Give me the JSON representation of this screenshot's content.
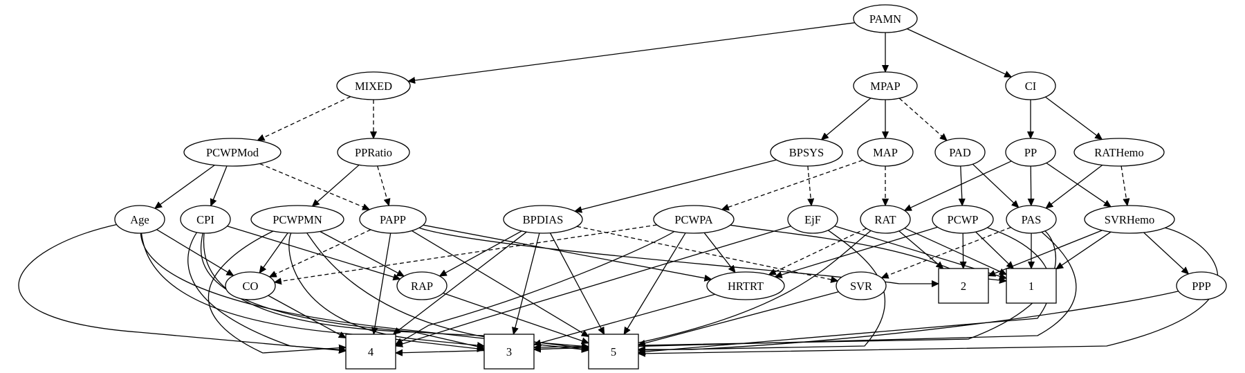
{
  "diagram": {
    "type": "directed-graph",
    "nodes": [
      {
        "id": "PAMN",
        "label": "PAMN",
        "shape": "ellipse"
      },
      {
        "id": "MIXED",
        "label": "MIXED",
        "shape": "ellipse"
      },
      {
        "id": "MPAP",
        "label": "MPAP",
        "shape": "ellipse"
      },
      {
        "id": "CI",
        "label": "CI",
        "shape": "ellipse"
      },
      {
        "id": "PCWPMod",
        "label": "PCWPMod",
        "shape": "ellipse"
      },
      {
        "id": "PPRatio",
        "label": "PPRatio",
        "shape": "ellipse"
      },
      {
        "id": "BPSYS",
        "label": "BPSYS",
        "shape": "ellipse"
      },
      {
        "id": "MAP",
        "label": "MAP",
        "shape": "ellipse"
      },
      {
        "id": "PAD",
        "label": "PAD",
        "shape": "ellipse"
      },
      {
        "id": "PP",
        "label": "PP",
        "shape": "ellipse"
      },
      {
        "id": "RATHemo",
        "label": "RATHemo",
        "shape": "ellipse"
      },
      {
        "id": "Age",
        "label": "Age",
        "shape": "ellipse"
      },
      {
        "id": "CPI",
        "label": "CPI",
        "shape": "ellipse"
      },
      {
        "id": "PCWPMN",
        "label": "PCWPMN",
        "shape": "ellipse"
      },
      {
        "id": "PAPP",
        "label": "PAPP",
        "shape": "ellipse"
      },
      {
        "id": "BPDIAS",
        "label": "BPDIAS",
        "shape": "ellipse"
      },
      {
        "id": "PCWPA",
        "label": "PCWPA",
        "shape": "ellipse"
      },
      {
        "id": "EjF",
        "label": "EjF",
        "shape": "ellipse"
      },
      {
        "id": "RAT",
        "label": "RAT",
        "shape": "ellipse"
      },
      {
        "id": "PCWP",
        "label": "PCWP",
        "shape": "ellipse"
      },
      {
        "id": "PAS",
        "label": "PAS",
        "shape": "ellipse"
      },
      {
        "id": "SVRHemo",
        "label": "SVRHemo",
        "shape": "ellipse"
      },
      {
        "id": "CO",
        "label": "CO",
        "shape": "ellipse"
      },
      {
        "id": "RAP",
        "label": "RAP",
        "shape": "ellipse"
      },
      {
        "id": "HRTRT",
        "label": "HRTRT",
        "shape": "ellipse"
      },
      {
        "id": "SVR",
        "label": "SVR",
        "shape": "ellipse"
      },
      {
        "id": "n2",
        "label": "2",
        "shape": "box"
      },
      {
        "id": "n1",
        "label": "1",
        "shape": "box"
      },
      {
        "id": "PPP",
        "label": "PPP",
        "shape": "ellipse"
      },
      {
        "id": "n4",
        "label": "4",
        "shape": "box"
      },
      {
        "id": "n3",
        "label": "3",
        "shape": "box"
      },
      {
        "id": "n5",
        "label": "5",
        "shape": "box"
      }
    ],
    "edges": [
      {
        "from": "PAMN",
        "to": "MIXED",
        "style": "solid"
      },
      {
        "from": "PAMN",
        "to": "MPAP",
        "style": "solid"
      },
      {
        "from": "PAMN",
        "to": "CI",
        "style": "solid"
      },
      {
        "from": "MIXED",
        "to": "PCWPMod",
        "style": "dashed"
      },
      {
        "from": "MIXED",
        "to": "PPRatio",
        "style": "dashed"
      },
      {
        "from": "MPAP",
        "to": "BPSYS",
        "style": "solid"
      },
      {
        "from": "MPAP",
        "to": "MAP",
        "style": "solid"
      },
      {
        "from": "MPAP",
        "to": "PAD",
        "style": "dashed"
      },
      {
        "from": "CI",
        "to": "PP",
        "style": "solid"
      },
      {
        "from": "CI",
        "to": "RATHemo",
        "style": "solid"
      },
      {
        "from": "PCWPMod",
        "to": "Age",
        "style": "solid"
      },
      {
        "from": "PCWPMod",
        "to": "CPI",
        "style": "solid"
      },
      {
        "from": "PCWPMod",
        "to": "PAPP",
        "style": "dashed"
      },
      {
        "from": "PPRatio",
        "to": "PCWPMN",
        "style": "solid"
      },
      {
        "from": "PPRatio",
        "to": "PAPP",
        "style": "dashed"
      },
      {
        "from": "BPSYS",
        "to": "BPDIAS",
        "style": "solid"
      },
      {
        "from": "BPSYS",
        "to": "EjF",
        "style": "dashed"
      },
      {
        "from": "MAP",
        "to": "PCWPA",
        "style": "dashed"
      },
      {
        "from": "MAP",
        "to": "RAT",
        "style": "dashed"
      },
      {
        "from": "PAD",
        "to": "PCWP",
        "style": "solid"
      },
      {
        "from": "PAD",
        "to": "PAS",
        "style": "solid"
      },
      {
        "from": "PP",
        "to": "RAT",
        "style": "solid"
      },
      {
        "from": "PP",
        "to": "PAS",
        "style": "solid"
      },
      {
        "from": "PP",
        "to": "SVRHemo",
        "style": "solid"
      },
      {
        "from": "RATHemo",
        "to": "PAS",
        "style": "solid"
      },
      {
        "from": "RATHemo",
        "to": "SVRHemo",
        "style": "dashed"
      },
      {
        "from": "Age",
        "to": "CO",
        "style": "solid"
      },
      {
        "from": "Age",
        "to": "n4",
        "style": "solid"
      },
      {
        "from": "Age",
        "to": "n3",
        "style": "solid"
      },
      {
        "from": "Age",
        "to": "n5",
        "style": "solid"
      },
      {
        "from": "CPI",
        "to": "RAP",
        "style": "solid"
      },
      {
        "from": "CPI",
        "to": "n4",
        "style": "solid"
      },
      {
        "from": "CPI",
        "to": "n3",
        "style": "solid"
      },
      {
        "from": "CPI",
        "to": "n5",
        "style": "solid"
      },
      {
        "from": "PCWPMN",
        "to": "CO",
        "style": "solid"
      },
      {
        "from": "PCWPMN",
        "to": "RAP",
        "style": "solid"
      },
      {
        "from": "PCWPMN",
        "to": "n4",
        "style": "solid"
      },
      {
        "from": "PCWPMN",
        "to": "n3",
        "style": "solid"
      },
      {
        "from": "PCWPMN",
        "to": "n5",
        "style": "solid"
      },
      {
        "from": "PAPP",
        "to": "CO",
        "style": "dashed"
      },
      {
        "from": "PAPP",
        "to": "HRTRT",
        "style": "solid"
      },
      {
        "from": "PAPP",
        "to": "n2",
        "style": "solid"
      },
      {
        "from": "PAPP",
        "to": "n4",
        "style": "solid"
      },
      {
        "from": "PAPP",
        "to": "n5",
        "style": "solid"
      },
      {
        "from": "BPDIAS",
        "to": "RAP",
        "style": "solid"
      },
      {
        "from": "BPDIAS",
        "to": "SVR",
        "style": "dashed"
      },
      {
        "from": "BPDIAS",
        "to": "n4",
        "style": "solid"
      },
      {
        "from": "BPDIAS",
        "to": "n3",
        "style": "solid"
      },
      {
        "from": "BPDIAS",
        "to": "n5",
        "style": "solid"
      },
      {
        "from": "PCWPA",
        "to": "CO",
        "style": "dashed"
      },
      {
        "from": "PCWPA",
        "to": "HRTRT",
        "style": "solid"
      },
      {
        "from": "PCWPA",
        "to": "n1",
        "style": "solid"
      },
      {
        "from": "PCWPA",
        "to": "n4",
        "style": "solid"
      },
      {
        "from": "PCWPA",
        "to": "n5",
        "style": "solid"
      },
      {
        "from": "EjF",
        "to": "n1",
        "style": "solid"
      },
      {
        "from": "EjF",
        "to": "n4",
        "style": "solid"
      },
      {
        "from": "EjF",
        "to": "n5",
        "style": "solid"
      },
      {
        "from": "RAT",
        "to": "HRTRT",
        "style": "dashed"
      },
      {
        "from": "RAT",
        "to": "n2",
        "style": "solid"
      },
      {
        "from": "RAT",
        "to": "n1",
        "style": "solid"
      },
      {
        "from": "RAT",
        "to": "n3",
        "style": "solid"
      },
      {
        "from": "PCWP",
        "to": "HRTRT",
        "style": "solid"
      },
      {
        "from": "PCWP",
        "to": "n2",
        "style": "solid"
      },
      {
        "from": "PCWP",
        "to": "n1",
        "style": "solid"
      },
      {
        "from": "PCWP",
        "to": "n5",
        "style": "solid"
      },
      {
        "from": "PAS",
        "to": "SVR",
        "style": "dashed"
      },
      {
        "from": "PAS",
        "to": "n1",
        "style": "solid"
      },
      {
        "from": "PAS",
        "to": "n3",
        "style": "solid"
      },
      {
        "from": "PAS",
        "to": "n4",
        "style": "solid"
      },
      {
        "from": "SVRHemo",
        "to": "n2",
        "style": "solid"
      },
      {
        "from": "SVRHemo",
        "to": "n1",
        "style": "solid"
      },
      {
        "from": "SVRHemo",
        "to": "PPP",
        "style": "solid"
      },
      {
        "from": "SVRHemo",
        "to": "n5",
        "style": "solid"
      },
      {
        "from": "CO",
        "to": "n4",
        "style": "solid"
      },
      {
        "from": "RAP",
        "to": "n5",
        "style": "solid"
      },
      {
        "from": "HRTRT",
        "to": "n3",
        "style": "solid"
      },
      {
        "from": "SVR",
        "to": "n5",
        "style": "solid"
      },
      {
        "from": "PPP",
        "to": "n5",
        "style": "solid"
      }
    ]
  }
}
